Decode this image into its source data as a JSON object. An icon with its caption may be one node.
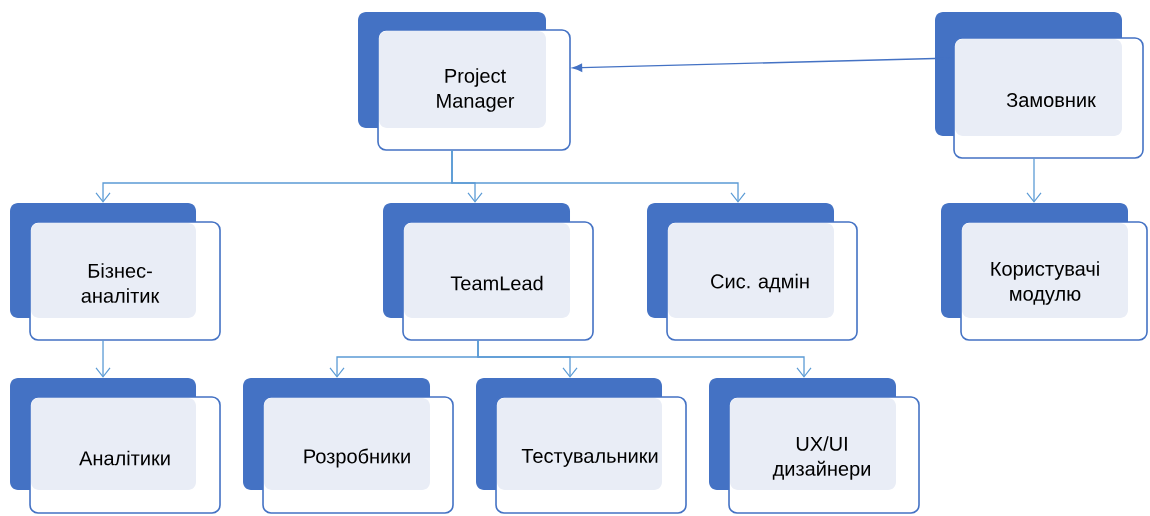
{
  "diagram": {
    "nodes": [
      {
        "text": [
          "Project Manager"
        ]
      },
      {
        "text": [
          "Замовник"
        ]
      },
      {
        "text": [
          "Бізнес-аналітик"
        ]
      },
      {
        "text": [
          "TeamLead"
        ]
      },
      {
        "text": [
          "Сис. адмін"
        ]
      },
      {
        "text": [
          "Користувачі модулю"
        ]
      },
      {
        "text": [
          "Аналітики"
        ]
      },
      {
        "text": [
          "Розробники"
        ]
      },
      {
        "text": [
          "Тестувальники"
        ]
      },
      {
        "text": [
          "UX/UI дизайнери"
        ]
      }
    ],
    "edges": [
      {
        "from": 1,
        "to": 0,
        "arrow": "to",
        "color": "#4472c4"
      },
      {
        "from": 0,
        "to": 2,
        "arrow": "to"
      },
      {
        "from": 0,
        "to": 3,
        "arrow": "to"
      },
      {
        "from": 0,
        "to": 4,
        "arrow": "to"
      },
      {
        "from": 1,
        "to": 5,
        "arrow": "to"
      },
      {
        "from": 2,
        "to": 6,
        "arrow": "to"
      },
      {
        "from": 3,
        "to": 7,
        "arrow": "to"
      },
      {
        "from": 3,
        "to": 8,
        "arrow": "to"
      },
      {
        "from": 3,
        "to": 9,
        "arrow": "to"
      }
    ]
  }
}
